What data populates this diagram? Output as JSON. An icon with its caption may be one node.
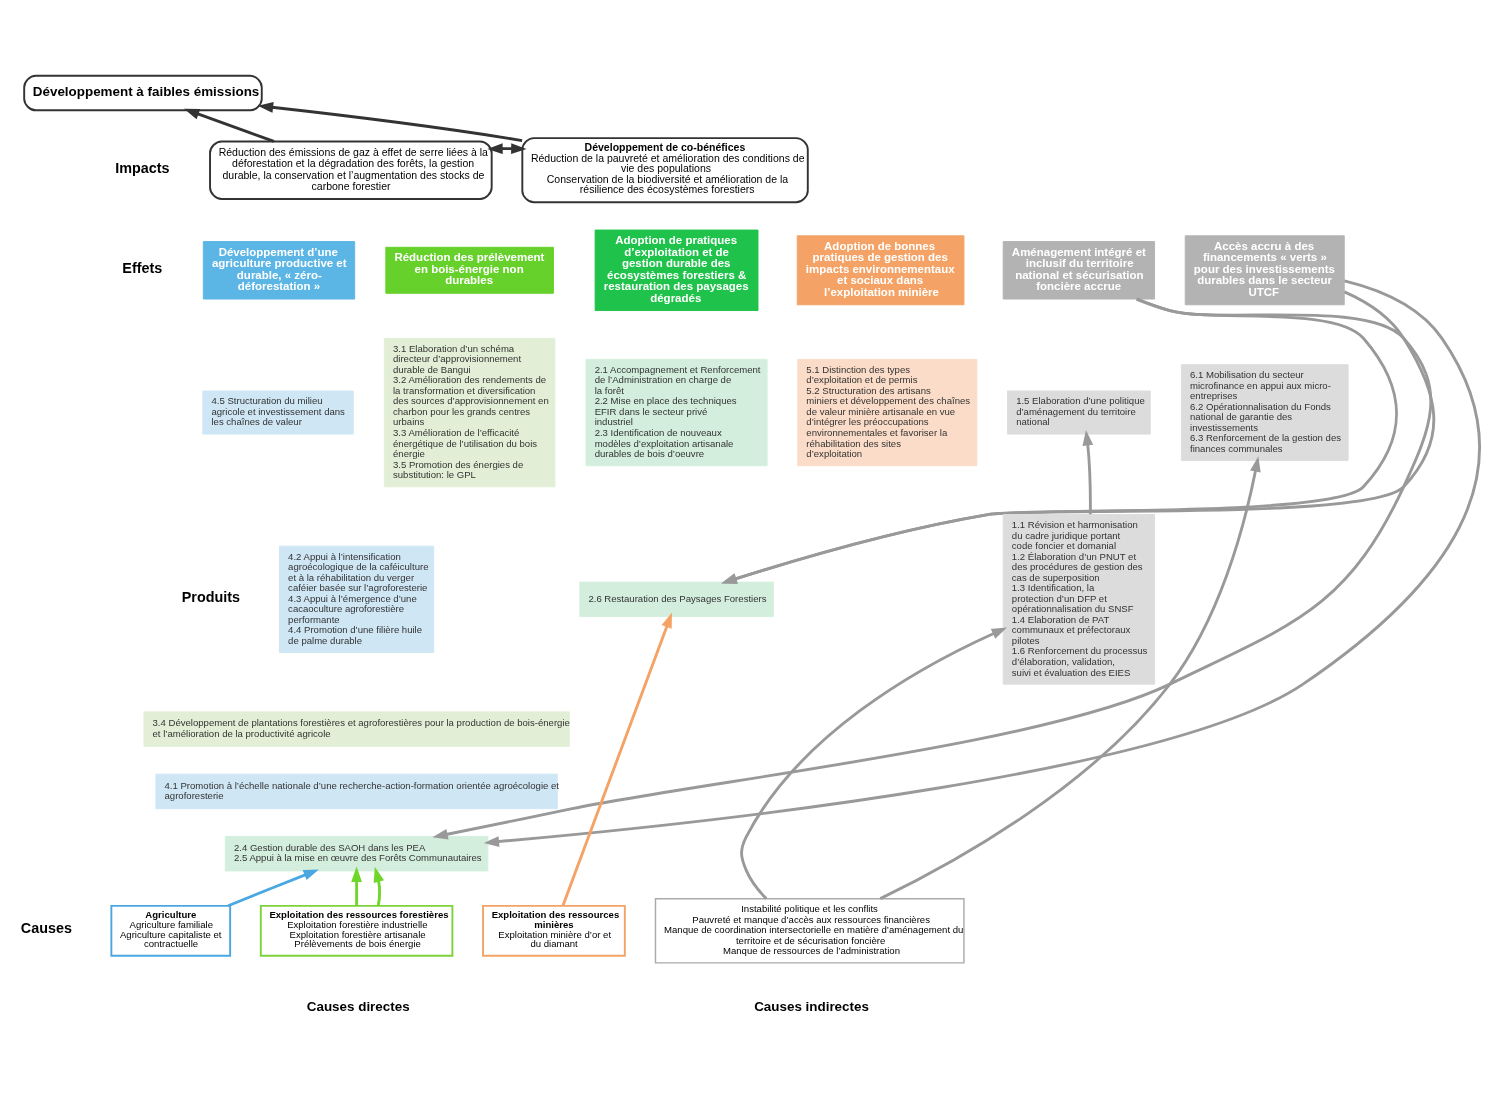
{
  "diagram": {
    "nodes": [
      {
        "text": [
          "Développement à faibles émissions"
        ]
      },
      {
        "text": [
          "Réduction des émissions de gaz à effet de serre liées à la déforestation et la dégradation des forêts, la gestion durable, la conservation et l’augmentation des stocks de carbone forestier"
        ]
      },
      {
        "text": [
          "Développement de co-bénéfices",
          "Réduction de la pauvreté et amélioration des conditions de vie des populations",
          "Conservation de la biodiversité et amélioration de la résilience des écosystèmes forestiers"
        ]
      },
      {
        "text": [
          "Développement d’une agriculture productive et durable, « zéro-déforestation »"
        ]
      },
      {
        "text": [
          "Réduction des prélèvement en bois-énergie non durables"
        ]
      },
      {
        "text": [
          "Adoption de pratiques d’exploitation et de gestion durable des écosystèmes forestiers & restauration des paysages dégradés"
        ]
      },
      {
        "text": [
          "Adoption de bonnes pratiques de gestion des impacts environnementaux et sociaux dans l’exploitation minière"
        ]
      },
      {
        "text": [
          "Aménagement intégré et inclusif du territoire national et sécurisation foncière accrue"
        ]
      },
      {
        "text": [
          "Accès accru à des financements « verts » pour des investissements durables dans le secteur UTCF"
        ]
      },
      {
        "text": [
          "4.5 Structuration du milieu agricole et investissement dans les chaînes de valeur"
        ]
      },
      {
        "text": [
          "4.2 Appui à l’intensification agroécologique de la caféiculture et à la réhabilitation du verger caféier basée sur l’agroforesterie",
          "4.3 Appui à l’émergence d’une cacaoculture agroforestière performante",
          "4.4 Promotion d’une filière huile de palme durable"
        ]
      },
      {
        "text": [
          "3.1 Elaboration d’un schéma directeur d’approvisionnement durable de Bangui",
          "3.2 Amélioration des rendements de la transformation et diversification des sources d’approvisionnement en charbon pour les grands centres urbains",
          "3.3 Amélioration de l’efficacité énergétique de l’utilisation du bois énergie",
          "3.5 Promotion des énergies de substitution: le GPL"
        ]
      },
      {
        "text": [
          "2.1 Accompagnement et Renforcement de l’Administration en charge de la forêt",
          "2.2 Mise en place des techniques EFIR dans le secteur privé industriel",
          "2.3 Identification de nouveaux modèles d’exploitation artisanale durables de bois d’oeuvre"
        ]
      },
      {
        "text": [
          "5.1 Distinction des types d’exploitation et de permis",
          "5.2 Structuration des artisans miniers et développement des chaînes de valeur minière artisanale en vue d’intégrer les préoccupations environnementales et favoriser la réhabilitation des sites d’exploitation"
        ]
      },
      {
        "text": [
          "2.6 Restauration des Paysages Forestiers"
        ]
      },
      {
        "text": [
          "3.4 Développement de plantations forestières et agroforestières pour la production de bois-énergie et l’amélioration de la productivité agricole"
        ]
      },
      {
        "text": [
          "4.1 Promotion à l’échelle nationale d’une recherche-action-formation orientée agroécologie et agroforesterie"
        ]
      },
      {
        "text": [
          "2.4 Gestion durable des SAOH dans les PEA",
          "2.5 Appui à la mise en œuvre des Forêts Communautaires"
        ]
      },
      {
        "text": [
          "1.5 Elaboration d’une politique d’aménagement du territoire national"
        ]
      },
      {
        "text": [
          "1.1 Révision et harmonisation du cadre juridique portant code foncier et domanial",
          "1.2 Élaboration d’un PNUT et des procédures de gestion des cas de superposition",
          "1.3 Identification, la protection d’un DFP et opérationnalisation du SNSF",
          "1.4 Elaboration de PAT communaux et préfectoraux pilotes",
          "1.6 Renforcement du processus d’élaboration, validation, suivi et évaluation des EIES"
        ]
      },
      {
        "text": [
          "6.1 Mobilisation du secteur microfinance en appui aux micro-entreprises",
          "6.2 Opérationnalisation du Fonds national de garantie des investissements",
          "6.3 Renforcement de la gestion des finances communales"
        ]
      },
      {
        "text": [
          "Agriculture",
          "Agriculture familiale",
          "Agriculture capitaliste et contractuelle"
        ]
      },
      {
        "text": [
          "Exploitation des ressources forestières",
          "Exploitation forestière industrielle",
          "Exploitation forestière artisanale",
          "Prélèvements de bois énergie"
        ]
      },
      {
        "text": [
          "Exploitation des ressources minières",
          "Exploitation minière d’or et du diamant"
        ]
      },
      {
        "text": [
          "Instabilité politique et les conflits",
          "Pauvreté et manque d’accès aux ressources financières",
          "Manque de coordination intersectorielle en matière d’aménagement du territoire et de sécurisation foncière",
          "Manque de ressources de l’administration"
        ]
      }
    ],
    "edges": [
      {
        "from": 1,
        "to": 0,
        "arrow": "to",
        "color": "#333333"
      },
      {
        "from": 2,
        "to": 0,
        "arrow": "to",
        "color": "#333333"
      },
      {
        "from": 1,
        "to": 2,
        "arrow": "both",
        "color": "#333333"
      },
      {
        "from": 7,
        "to": 17,
        "arrow": "to"
      },
      {
        "from": 7,
        "to": 14,
        "arrow": "to"
      },
      {
        "from": 8,
        "to": 17,
        "arrow": "to"
      },
      {
        "from": 8,
        "to": 14,
        "arrow": "to"
      },
      {
        "from": 19,
        "to": 18,
        "arrow": "to"
      },
      {
        "from": 21,
        "to": 17,
        "arrow": "to",
        "color": "#4aa8e0"
      },
      {
        "from": 22,
        "to": 17,
        "arrow": "to",
        "color": "#6fd62a"
      },
      {
        "from": 22,
        "to": 17,
        "arrow": "to",
        "color": "#6fd62a"
      },
      {
        "from": 23,
        "to": 14,
        "arrow": "to",
        "color": "#f4a265"
      },
      {
        "from": 24,
        "to": 19,
        "arrow": "to"
      },
      {
        "from": 24,
        "to": 20,
        "arrow": "to"
      }
    ],
    "labels": [
      "Impacts",
      "Effets",
      "Produits",
      "Causes",
      "Causes directes",
      "Causes indirectes"
    ]
  }
}
